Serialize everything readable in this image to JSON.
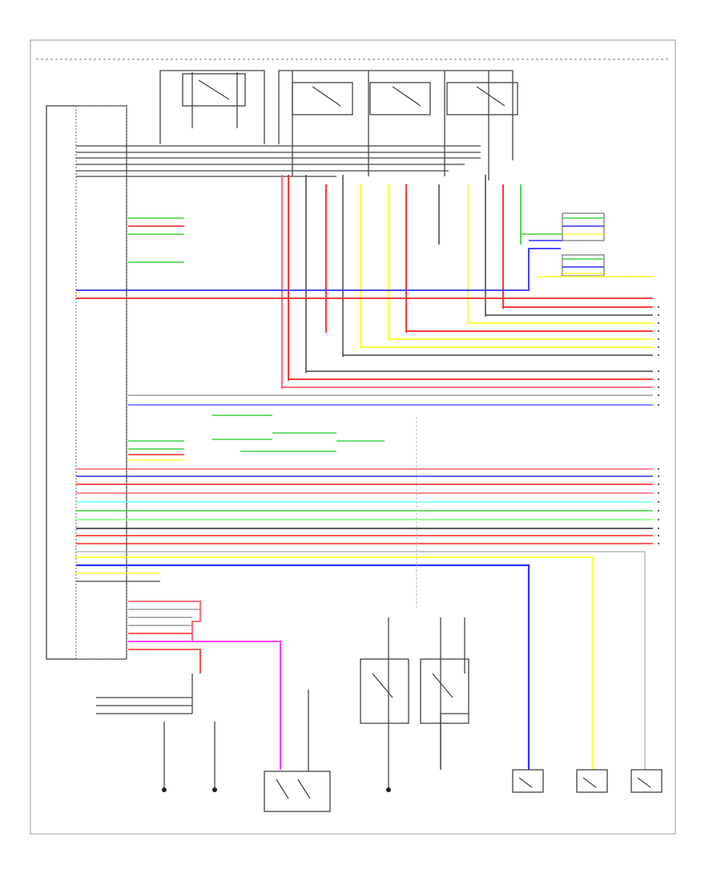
{
  "diagram": {
    "footer_code": "",
    "notes": [],
    "colors": {
      "red": "#ff2020",
      "pink_red": "#ff6070",
      "blue": "#3030ff",
      "yellow": "#ffff40",
      "green": "#40d040",
      "light_green": "#90ff90",
      "cyan": "#80ffff",
      "magenta": "#ff40ff",
      "black": "#222222",
      "gray": "#888888",
      "white": "#ffffff"
    },
    "components": [
      {
        "id": "engine-room-junction-block",
        "label": ""
      },
      {
        "id": "main-relay",
        "label": ""
      },
      {
        "id": "acc-relay",
        "label": ""
      },
      {
        "id": "ig1-relay",
        "label": ""
      },
      {
        "id": "ig2-relay",
        "label": ""
      },
      {
        "id": "main-body-ecu",
        "label": ""
      },
      {
        "id": "left-front-door-lock-motor",
        "label": ""
      },
      {
        "id": "right-front-door-lock-motor",
        "label": ""
      },
      {
        "id": "door-control-switch",
        "label": ""
      },
      {
        "id": "front-door-courtesy-switch",
        "label": ""
      },
      {
        "id": "key-unlock-warning-switch",
        "label": ""
      },
      {
        "id": "rear-door-courtesy-switch-right",
        "label": ""
      },
      {
        "id": "rear-door-courtesy-switch-left",
        "label": ""
      },
      {
        "id": "back-door-courtesy-switch",
        "label": ""
      }
    ],
    "right_edge_markers": [
      "",
      "",
      "",
      "",
      "",
      "",
      "",
      "",
      "",
      "",
      "",
      "",
      "",
      "",
      "",
      "",
      "",
      "",
      "",
      "",
      "",
      ""
    ]
  }
}
